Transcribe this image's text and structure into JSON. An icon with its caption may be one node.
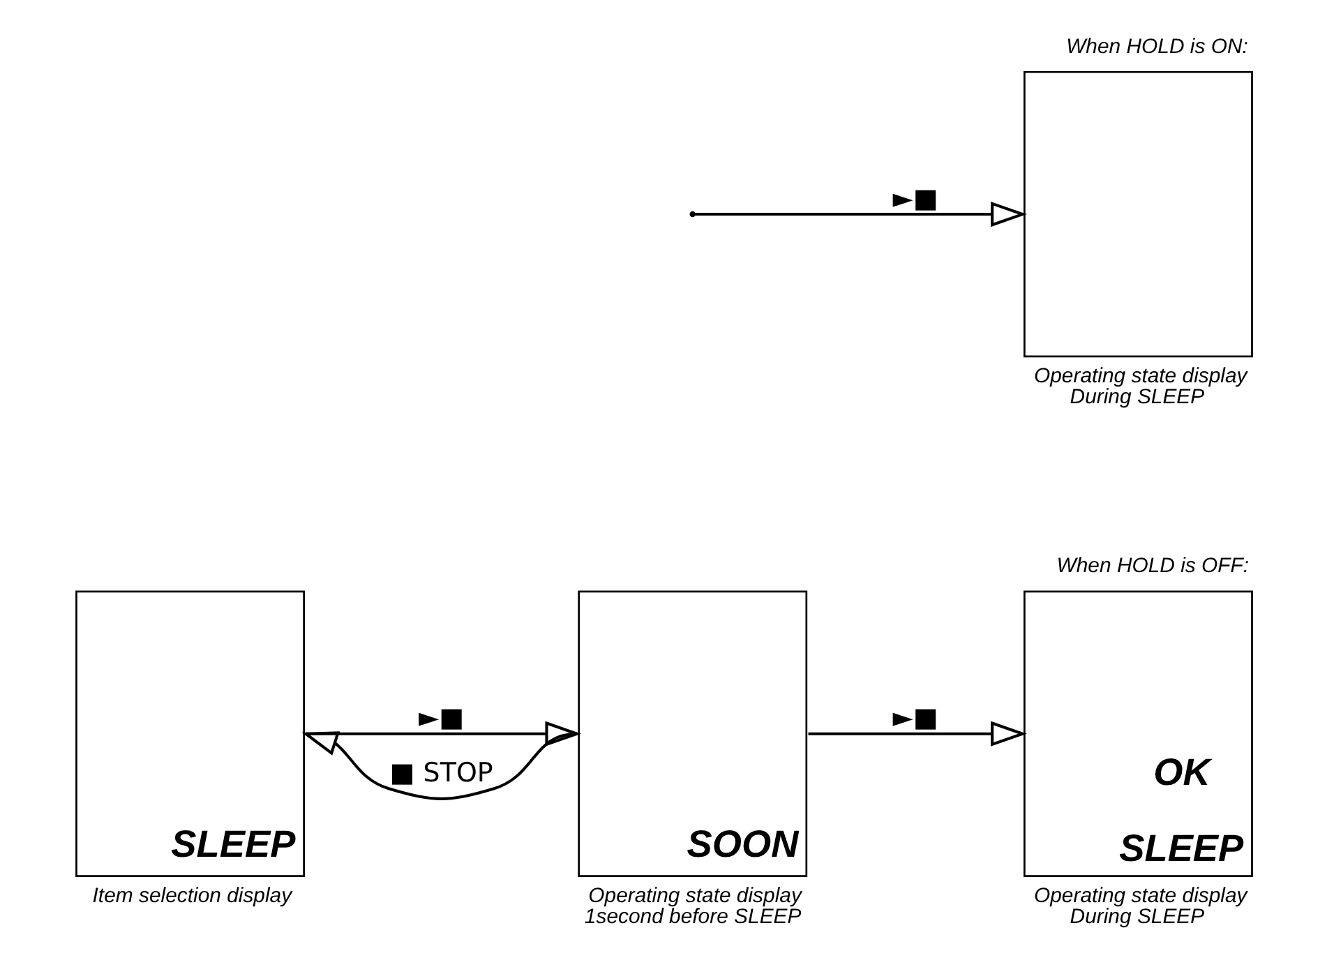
{
  "diagram": {
    "nodes": [
      {
        "text": [
          "SLEEP"
        ],
        "beside": [
          "Item selection display"
        ]
      },
      {
        "text": [
          "SOON"
        ],
        "beside": [
          "Operating state display 1second before SLEEP"
        ]
      },
      {
        "text": [
          "OK",
          "SLEEP"
        ],
        "beside": [
          "When HOLD is OFF:",
          "Operating state display During SLEEP"
        ]
      },
      {
        "text": [],
        "shape": "box",
        "beside": [
          "When HOLD is ON:",
          "Operating state display During SLEEP"
        ]
      }
    ],
    "edges": [
      {
        "from": 0,
        "to": 1,
        "arrow": "to",
        "label": "►■"
      },
      {
        "from": 1,
        "to": 0,
        "arrow": "to",
        "label": "■ STOP"
      },
      {
        "from": 1,
        "to": 2,
        "arrow": "to",
        "label": "►■"
      },
      {
        "from": null,
        "to": 3,
        "arrow": "to",
        "label": "►■"
      }
    ]
  }
}
